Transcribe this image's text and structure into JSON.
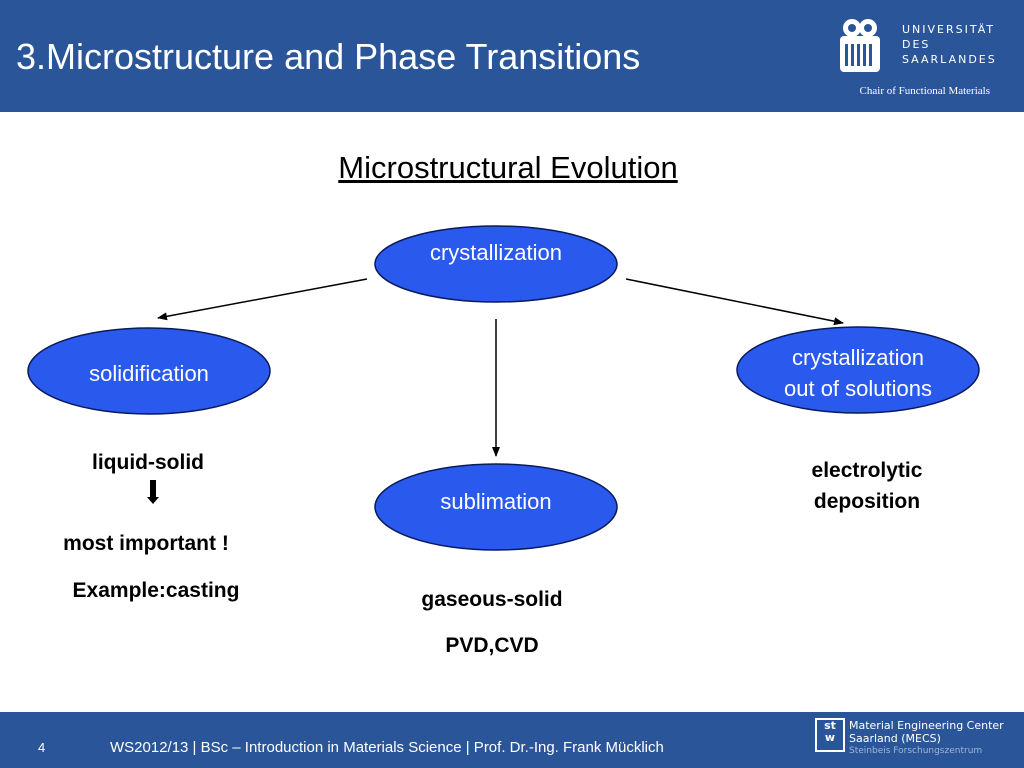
{
  "header": {
    "title": "3.Microstructure and Phase Transitions",
    "university_lines": [
      "UNIVERSITÄT",
      "DES",
      "SAARLANDES"
    ],
    "chair": "Chair of Functional Materials"
  },
  "diagram": {
    "title": "Microstructural Evolution",
    "nodes": {
      "crystallization": "crystallization",
      "solidification": "solidification",
      "solutions_line1": "crystallization",
      "solutions_line2": "out of solutions",
      "sublimation": "sublimation"
    },
    "notes": {
      "liquid_solid": "liquid-solid",
      "most_important": "most important !",
      "example": "Example:casting",
      "gaseous_solid": "gaseous-solid",
      "pvd_cvd": "PVD,CVD",
      "electrolytic_line1": "electrolytic",
      "electrolytic_line2": "deposition"
    },
    "colors": {
      "node_fill": "#2a5aed",
      "node_stroke": "#0a1a5c",
      "header": "#2a5699"
    }
  },
  "footer": {
    "page": "4",
    "text": "WS2012/13 | BSc – Introduction in Materials Science | Prof. Dr.-Ing. Frank Mücklich",
    "logo_mark_top": "st",
    "logo_mark_bottom": "w",
    "mecs_line1": "Material Engineering Center",
    "mecs_line2": "Saarland (MECS)",
    "mecs_line3": "Steinbeis Forschungszentrum"
  }
}
